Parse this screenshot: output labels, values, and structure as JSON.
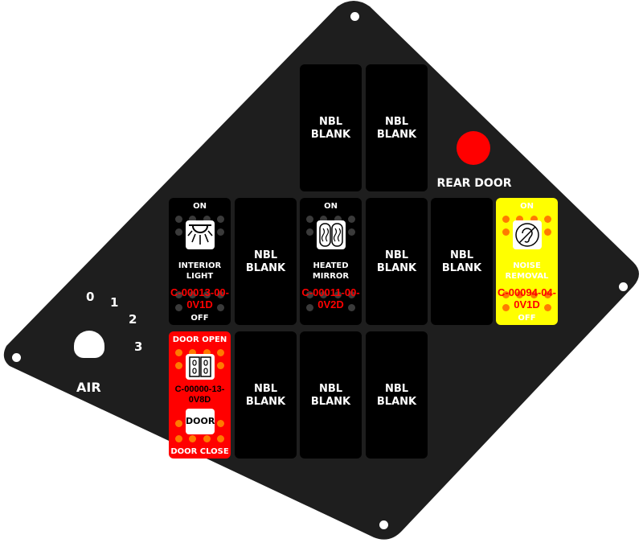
{
  "panel": {
    "air_label": "AIR",
    "knob_positions": [
      "0",
      "1",
      "2",
      "3"
    ],
    "rear_door_label": "REAR DOOR",
    "colors": {
      "panel": "#1e1e1e",
      "switch": "#000000",
      "red": "#ff0000",
      "yellow": "#ffff00",
      "led": "#ff7a00"
    }
  },
  "switches": {
    "blank": {
      "line1": "NBL",
      "line2": "BLANK"
    },
    "interior_light": {
      "top": "ON",
      "name1": "INTERIOR",
      "name2": "LIGHT",
      "code1": "C-00013-00-",
      "code2": "0V1D",
      "bottom": "OFF",
      "icon": "dome-light-icon"
    },
    "heated_mirror": {
      "top": "ON",
      "name1": "HEATED",
      "name2": "MIRROR",
      "code1": "C-00011-00-",
      "code2": "0V2D",
      "icon": "heated-mirror-icon"
    },
    "noise_removal": {
      "top": "ON",
      "name1": "NOISE",
      "name2": "REMOVAL",
      "code1": "C-00094-04-",
      "code2": "0V1D",
      "bottom": "OFF",
      "icon": "hearing-off-icon"
    },
    "door": {
      "top": "DOOR OPEN",
      "code1": "C-00000-13-",
      "code2": "0V8D",
      "button": "DOOR",
      "bottom": "DOOR CLOSE",
      "icon": "door-icon"
    }
  }
}
